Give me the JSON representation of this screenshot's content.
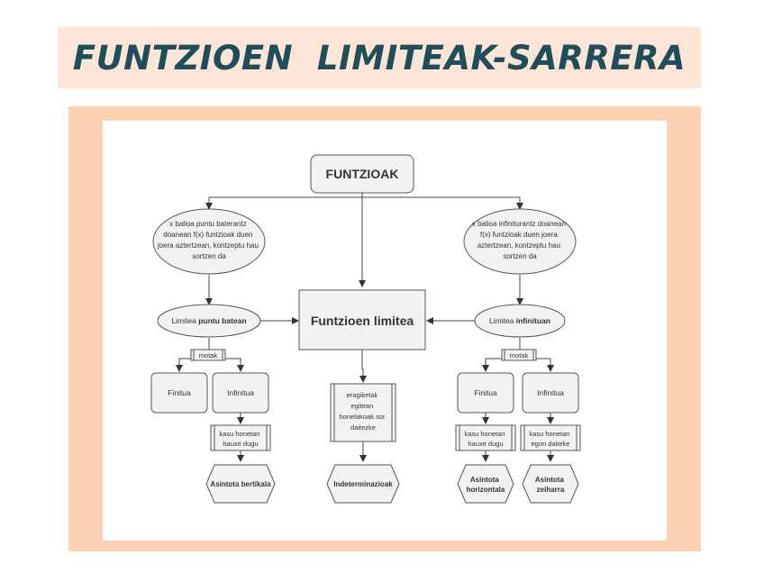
{
  "title": "FUNTZIOEN  LIMITEAK-SARRERA",
  "diagram": {
    "root": "FUNTZIOAK",
    "left_desc": [
      "x balioa puntu baterantz",
      "doanean f(x) funtzioak duen",
      "joera aztertzean, kontzeptu hau",
      "sortzen da"
    ],
    "right_desc": [
      "x balioa infiniturantz doanean",
      "f(x) funtzioak duen joera",
      "aztertzean, kontzeptu hau",
      "sortzen da"
    ],
    "center": "Funtzioen limitea",
    "left_limit_prefix": "Limitea ",
    "left_limit_bold": "puntu batean",
    "right_limit_prefix": "Limitea ",
    "right_limit_bold": "infinituan",
    "motak": "motak",
    "finitua": "Finitua",
    "infinitua": "Infinitua",
    "kasu_left": [
      "kasu honetan",
      "hauxe dugu"
    ],
    "center_note": [
      "eragiketak",
      "egitean",
      "honelakoak sor",
      "daitezke"
    ],
    "kasu_right1": [
      "kasu honetan",
      "hauxe dugu"
    ],
    "kasu_right2": [
      "kasu honetan",
      "egon daiteke"
    ],
    "asintota_bertikala": "Asintota bertikala",
    "indeterminazioak": "Indeterminazioak",
    "asintota_horizontala": [
      "Asintota",
      "horizontala"
    ],
    "asintota_zeiharra": [
      "Asintota",
      "zeiharra"
    ]
  }
}
